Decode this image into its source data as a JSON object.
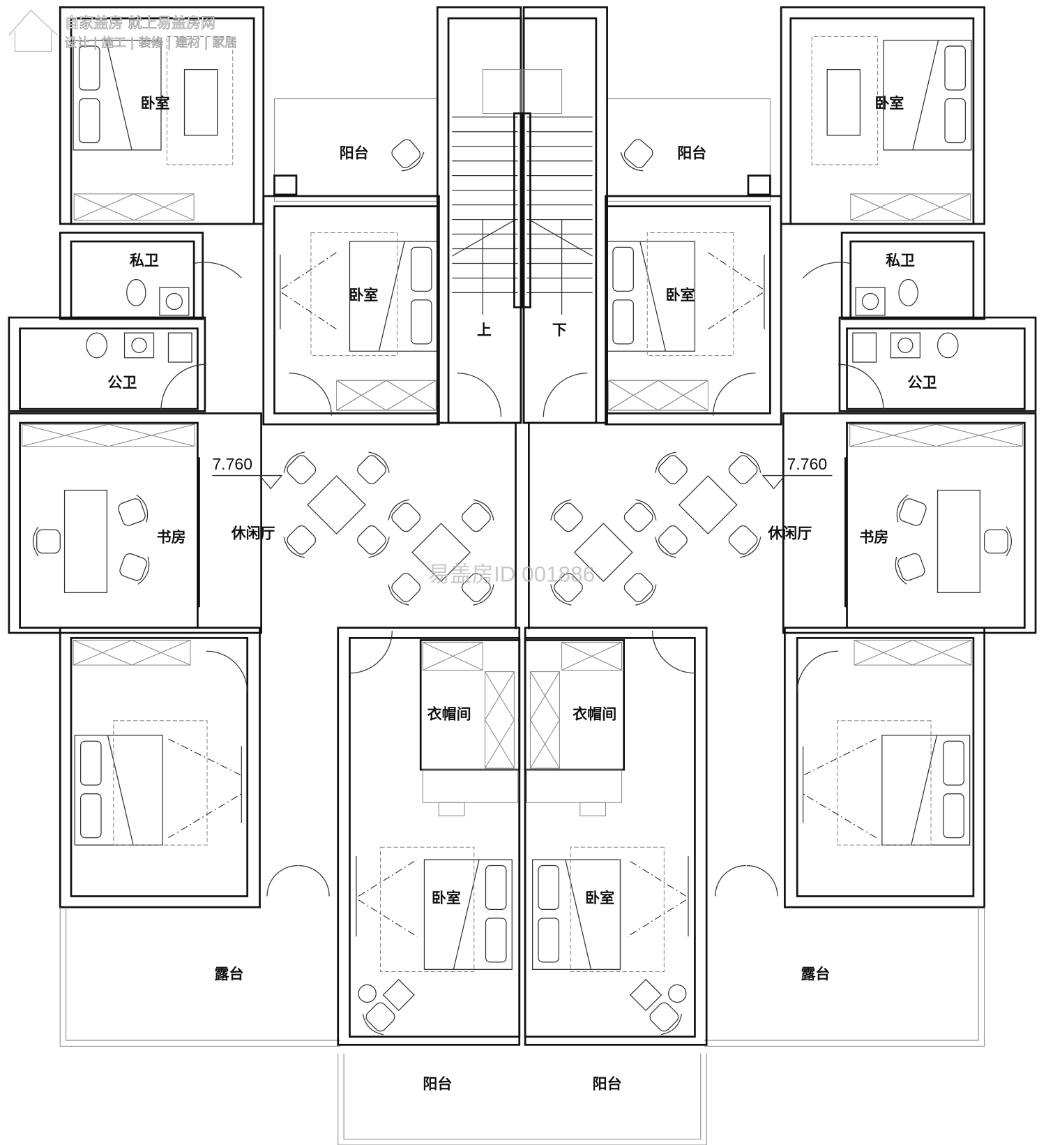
{
  "logo": {
    "line1": "自家盖房 就上易盖房网",
    "line2": "设计 | 施工 | 装修 | 建材 | 家居"
  },
  "watermark": "易盖房ID 001886",
  "levels": {
    "left": "7.760",
    "right": "7.760"
  },
  "stairs": {
    "up": "上",
    "down": "下"
  },
  "left_unit": {
    "master_bedroom": "卧室",
    "balcony_top": "阳台",
    "bedroom_center": "卧室",
    "private_bath": "私卫",
    "public_bath": "公卫",
    "study": "书房",
    "lounge": "休闲厅",
    "closet": "衣帽间",
    "bedroom_lower_center": "卧室",
    "terrace": "露台",
    "balcony_bottom": "阳台"
  },
  "right_unit": {
    "master_bedroom": "卧室",
    "balcony_top": "阳台",
    "bedroom_center": "卧室",
    "private_bath": "私卫",
    "public_bath": "公卫",
    "study": "书房",
    "lounge": "休闲厅",
    "closet": "衣帽间",
    "bedroom_lower_center": "卧室",
    "terrace": "露台",
    "balcony_bottom": "阳台"
  }
}
